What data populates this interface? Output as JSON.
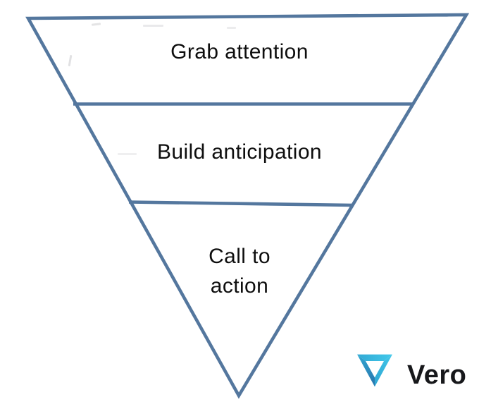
{
  "colors": {
    "funnel-stroke": "#54779e",
    "label-color": "#0e0e0e",
    "logo-text": "#17181b",
    "logo-dark": "#2a7cb2",
    "logo-mid": "#32a9d4",
    "logo-light": "#41c8ea"
  },
  "diagram": {
    "type": "inverted-funnel",
    "sections": [
      {
        "label": "Grab attention"
      },
      {
        "label": "Build anticipation"
      },
      {
        "label": "Call to\naction"
      }
    ]
  },
  "logo": {
    "text": "Vero",
    "icon": "vero-inverted-triangle-icon"
  }
}
